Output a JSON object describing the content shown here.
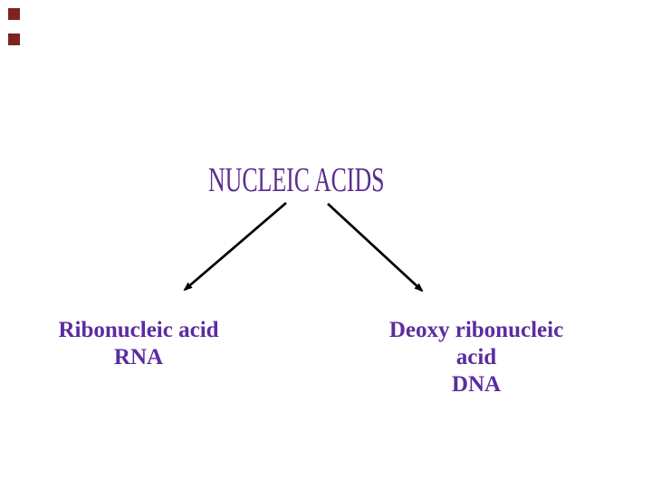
{
  "slide": {
    "title": "NUCLEIC ACIDS",
    "branches": {
      "left": {
        "name": "Ribonucleic acid",
        "abbr": "RNA"
      },
      "right": {
        "name": "Deoxy ribonucleic acid",
        "abbr": "DNA"
      }
    }
  },
  "icons": {
    "left_arrow": "arrow-down-left",
    "right_arrow": "arrow-down-right",
    "corner_decoration": "two-maroon-squares"
  },
  "colors": {
    "background": "#ffffff",
    "title_text": "#5b2d8f",
    "branch_text": "#5b2ca0",
    "arrow": "#000000",
    "corner_square": "#7e2222"
  }
}
